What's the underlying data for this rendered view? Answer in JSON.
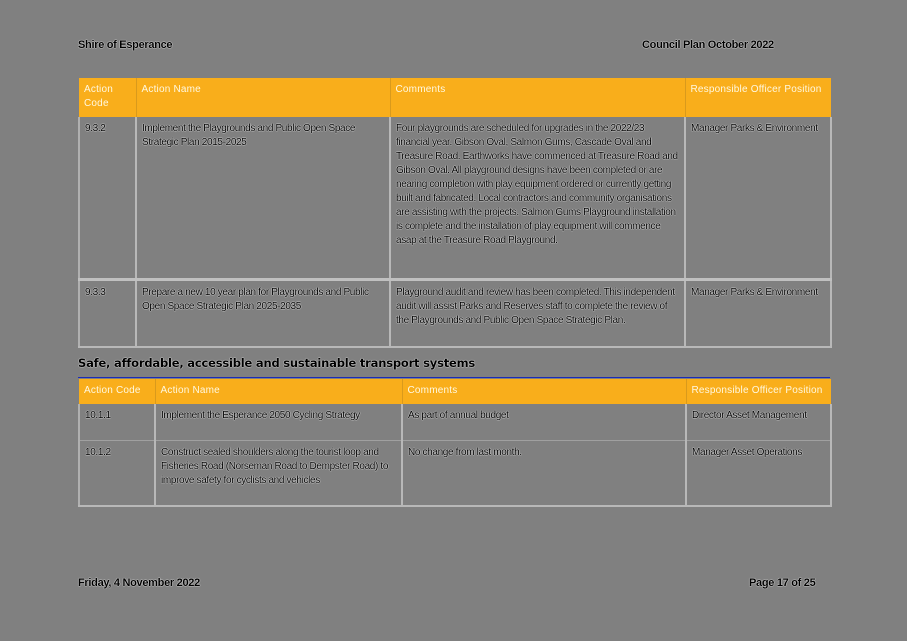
{
  "header": {
    "organisation": "Shire of Esperance",
    "document_title": "Council Plan October 2022"
  },
  "table_columns": {
    "action_code": "Action Code",
    "action_name": "Action Name",
    "comments": "Comments",
    "responsible_officer": "Responsible Officer Position"
  },
  "table1": {
    "rows": [
      {
        "code": "9.3.2",
        "name": "Implement the Playgrounds and Public Open Space Strategic Plan 2015-2025",
        "comments": "Four playgrounds are scheduled for upgrades in the 2022/23 financial year. Gibson Oval, Salmon Gums, Cascade Oval and Treasure Road. Earthworks have commenced at Treasure Road and Gibson Oval. All playground designs have been completed or are nearing completion with play equipment ordered or currently getting built and fabricated. Local contractors and community organisations are assisting with the projects. Salmon Gums Playground installation is complete and the installation of play equipment will commence asap at the Treasure Road Playground.",
        "officer": "Manager Parks & Environment"
      },
      {
        "code": "9.3.3",
        "name": "Prepare a new 10 year plan for Playgrounds and Public Open Space Strategic Plan 2025-2035",
        "comments": "Playground audit and review has been completed.  This independent audit will assist Parks and Reserves staff to complete the review of the Playgrounds and Public Open Space Strategic Plan.",
        "officer": "Manager Parks & Environment"
      }
    ]
  },
  "section": {
    "title": "Safe, affordable, accessible and sustainable transport systems"
  },
  "table2": {
    "rows": [
      {
        "code": "10.1.1",
        "name": "Implement the Esperance 2050 Cycling Strategy",
        "comments": "As part of annual budget",
        "officer": "Director Asset Management"
      },
      {
        "code": "10.1.2",
        "name": "Construct sealed shoulders along the tourist loop and Fisheries Road (Norseman Road to Dempster Road) to improve safety for cyclists and vehicles",
        "comments": "No change from last month.",
        "officer": "Manager Asset Operations"
      }
    ]
  },
  "footer": {
    "date": "Friday, 4 November 2022",
    "page": "Page 17 of 25"
  },
  "colors": {
    "page_background": "#808080",
    "table_header": "#f9ae1b",
    "section_rule": "#1a2bb8"
  }
}
